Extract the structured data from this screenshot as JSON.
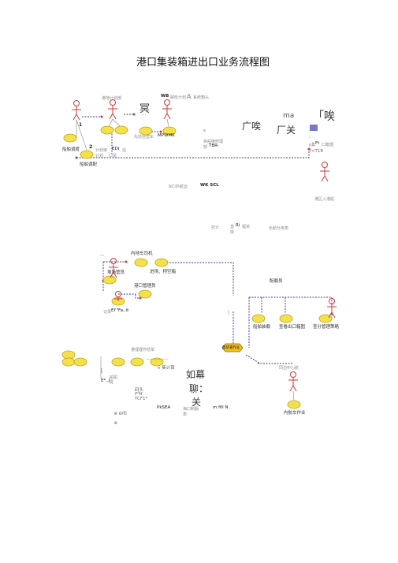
{
  "title": "港口集装箱进出口业务流程图",
  "colors": {
    "ellipse_fill": "#f4e14a",
    "ellipse_stroke": "#b8a21c",
    "actor": "#d23a3a",
    "flow": "#3a3aa8",
    "dot": "#c23a3a",
    "square": "#7a78c8",
    "hex_fill": "#f2c020"
  },
  "top": {
    "lbl_left": "港地计划部",
    "lbl_wb": "WB",
    "lbl_wb_mid": "邮检计划",
    "lbl_a": "A",
    "lbl_wb_right": "系统箱头",
    "glyph_ming": "冥",
    "glyph_dots": ". .",
    "n1": "1",
    "n2": "2",
    "lbl_s1": "船舶调度",
    "lbl_s2": "船舶调配",
    "lbl_edi1": "计划审",
    "lbl_edi_bold": "EDI",
    "lbl_edi2": "信",
    "lbl_edi3": "计划",
    "lbl_edi4": "口单",
    "lbl_center_small": "先前自营车",
    "lbl_mpwmk": "MPWMK",
    "lbl_s": "s",
    "lbl_tbr_a": "拆船维修理",
    "lbl_tbr_b": "部",
    "lbl_tbr": "TBR-",
    "lbl_guang": "广唉",
    "lbl_ma": "ma",
    "lbl_changguan": "厂关",
    "lbl_right_big": "「唉",
    "lbl_dot": "-",
    "lbl_ft_a": "p集",
    "lbl_ft": "Ft",
    "lbl_ft_b": "口箱理",
    "lbl_tzr": "?<T1R",
    "lbl_right_actor": "港区入港船",
    "lbl_nci": "NCI外航运",
    "lbl_wk": "WK SCL"
  },
  "mid": {
    "lbl_m1": "托计",
    "lbl_m2_a": "直",
    "lbl_m2_b": "Ri",
    "lbl_m2_c": "程单",
    "lbl_m2_d": "库",
    "lbl_m3": "长航分类表",
    "lbl_dash": "...",
    "lbl_truck": "内地车司机",
    "lbl_weigh": "进场、称空箱",
    "lbl_mgr": "堆场管员",
    "lbl_mgr2": "港口管理员",
    "lbl_left_bottom_a": "记录",
    "lbl_left_bottom": "El'\"Fa.,it",
    "lbl_pe": "配载员",
    "lbl_load1": "船舶装载",
    "lbl_load2": "查看出口箱图",
    "lbl_load3": "查分管理策略",
    "lbl_bar": "|",
    "lbl_hex": "集装箱作业"
  },
  "bottom": {
    "lbl_b1": "港理理作结单",
    "lbl_under": "___________",
    "lbl_b2": "n 集计算",
    "lbl_b3_a": "|",
    "lbl_b3_b": "船舶",
    "lbl_b3_c": "提",
    "lbl_b4": "E*..J",
    "lbl_b5_a": "码头",
    "lbl_b5_b": "P'M",
    "lbl_b5_c": "TCF1*",
    "lbl_rumu": "如幕",
    "lbl_pin": "聊：",
    "lbl_guan": "关",
    "lbl_psea": "PkSEA",
    "lbl_rdb_a": "海口制服",
    "lbl_rdb_b": "表",
    "lbl_fill": "m fill N",
    "lbl_eorti": "e orti",
    "lbl_e": "e",
    "lbl_right_b": "同泊中心航",
    "lbl_right_c": "内航车作业"
  }
}
